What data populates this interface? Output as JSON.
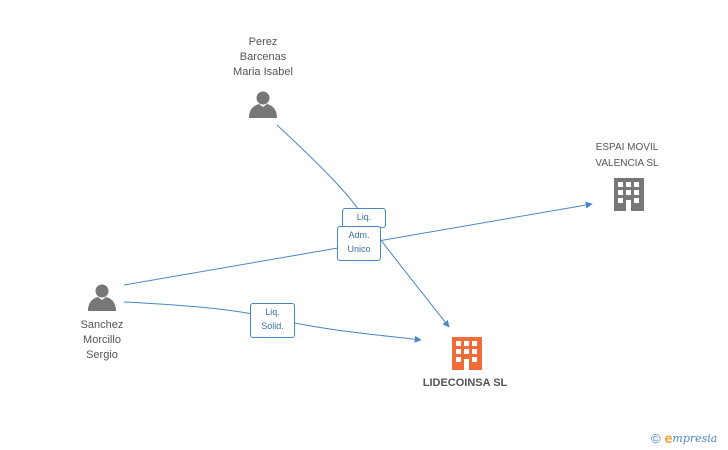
{
  "nodes": {
    "perez": {
      "lines": [
        "Perez",
        "Barcenas",
        "Maria Isabel"
      ]
    },
    "sanchez": {
      "lines": [
        "Sanchez",
        "Morcillo",
        "Sergio"
      ]
    },
    "espai": {
      "lines": [
        "ESPAI MOVIL",
        "VALENCIA SL"
      ]
    },
    "lidecoinsa": {
      "name": "LIDECOINSA SL"
    }
  },
  "edges": {
    "liq_perez": {
      "lines": [
        "Liq."
      ]
    },
    "adm_unico": {
      "lines": [
        "Adm.",
        "Unico"
      ]
    },
    "liq_solid": {
      "lines": [
        "Liq.",
        "Solid."
      ]
    }
  },
  "colors": {
    "edge": "#4a86c8",
    "person_icon": "#777777",
    "company_icon": "#777777",
    "main_company_icon": "#f26c3a"
  },
  "footer": {
    "copyright": "©",
    "brand_initial": "e",
    "brand_rest": "mpresia"
  }
}
